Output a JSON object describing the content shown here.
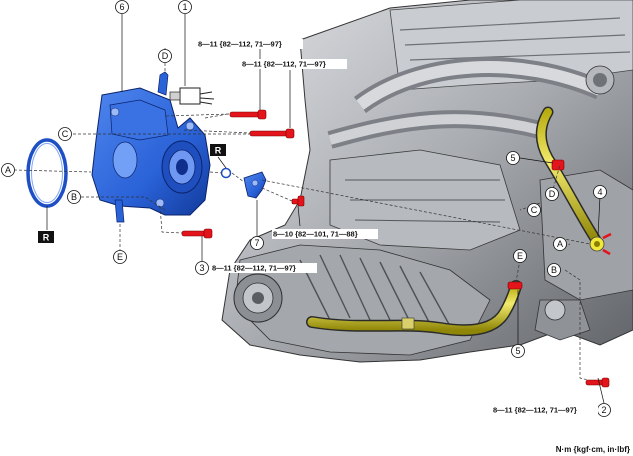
{
  "callouts": {
    "n1": "1",
    "n2": "2",
    "n3": "3",
    "n4": "4",
    "n5a": "5",
    "n5b": "5",
    "n6": "6",
    "n7": "7",
    "lA1": "A",
    "lA2": "A",
    "lB1": "B",
    "lB2": "B",
    "lC1": "C",
    "lC2": "C",
    "lD1": "D",
    "lD2": "D",
    "lE1": "E",
    "lE2": "E",
    "r1": "R",
    "r2": "R"
  },
  "torque": {
    "t_top1": "8—11 {82—112, 71—97}",
    "t_top2": "8—11 {82—112, 71—97}",
    "t_mid": "8—10 {82—101, 71—88}",
    "t_3": "8—11 {82—112, 71—97}",
    "t_2": "8—11 {82—112, 71—97}"
  },
  "units": "N·m {kgf·cm, in·lbf}",
  "colors": {
    "pump_blue": "#2a62d8",
    "pump_dark": "#0f2f8a",
    "bolt_red": "#e3141b",
    "pipe_yellow": "#d8cf2a",
    "engine_gray": "#9ea1a6"
  }
}
